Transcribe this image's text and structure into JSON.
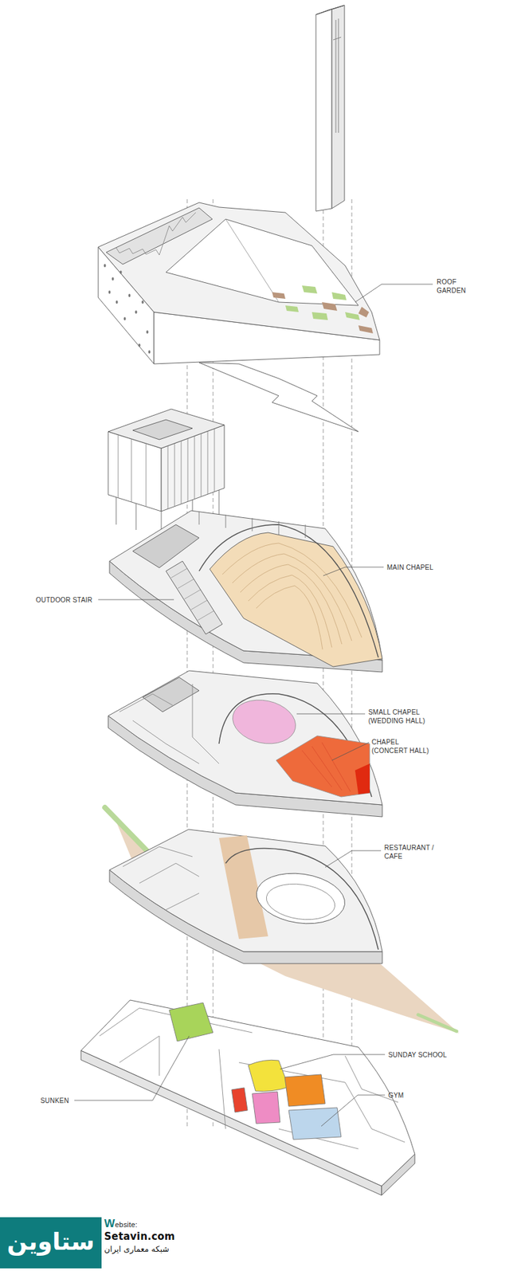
{
  "diagram": {
    "labels": [
      "ROOF GARDEN",
      "MAIN CHAPEL",
      "OUTDOOR STAIR",
      "SMALL CHAPEL (WEDDING HALL)",
      "CHAPEL (CONCERT HALL)",
      "RESTAURANT / CAFE",
      "SUNDAY SCHOOL",
      "GYM",
      "SUNKEN",
      "Website:",
      "Setavin.com",
      "شبکه معماری ایران",
      "ستاوین"
    ]
  }
}
